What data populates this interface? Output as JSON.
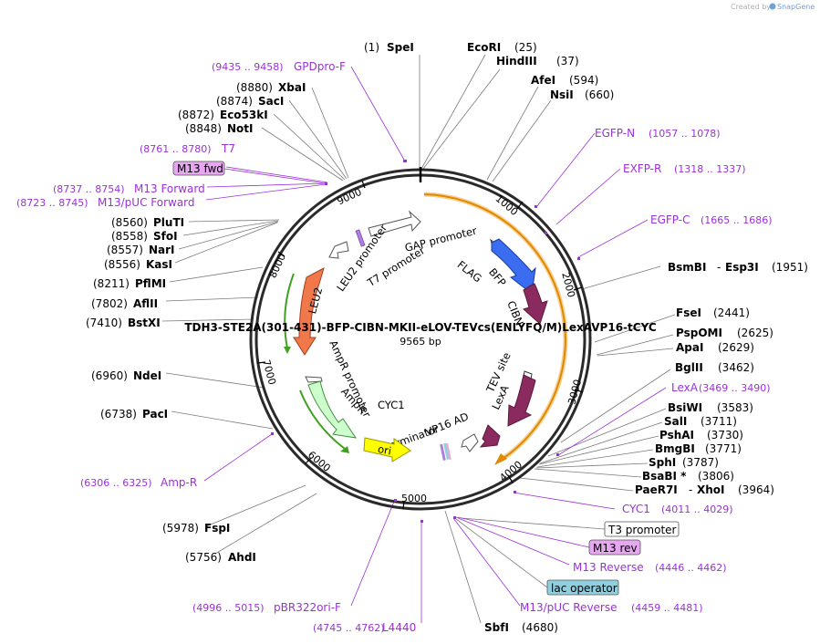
{
  "credit": {
    "prefix": "Created by",
    "brand": "SnapGene"
  },
  "title": "TDH3-STE2A(301-431)-BFP-CIBN-MKII-eLOV-TEVcs(ENLYFQ/M)LexAVP16-tCYC",
  "size": "9565 bp",
  "ticks": [
    "1000",
    "2000",
    "3000",
    "4000",
    "5000",
    "6000",
    "7000",
    "8000",
    "9000"
  ],
  "sites": [
    {
      "name": "SpeI",
      "pos": "(1)"
    },
    {
      "name": "EcoRI",
      "pos": "(25)"
    },
    {
      "name": "HindIII",
      "pos": "(37)"
    },
    {
      "name": "AfeI",
      "pos": "(594)"
    },
    {
      "name": "NsiI",
      "pos": "(660)"
    },
    {
      "name": "BsmBI",
      "name2": "Esp3I",
      "pos": "(1951)"
    },
    {
      "name": "FseI",
      "pos": "(2441)"
    },
    {
      "name": "PspOMI",
      "pos": "(2625)"
    },
    {
      "name": "ApaI",
      "pos": "(2629)"
    },
    {
      "name": "BglII",
      "pos": "(3462)"
    },
    {
      "name": "BsiWI",
      "pos": "(3583)"
    },
    {
      "name": "SalI",
      "pos": "(3711)"
    },
    {
      "name": "PshAI",
      "pos": "(3730)"
    },
    {
      "name": "BmgBI",
      "pos": "(3771)"
    },
    {
      "name": "SphI",
      "pos": "(3787)"
    },
    {
      "name": "BsaBI *",
      "pos": "(3806)"
    },
    {
      "name": "PaeR7I",
      "name2": "XhoI",
      "pos": "(3964)"
    },
    {
      "name": "SbfI",
      "pos": "(4680)"
    },
    {
      "name": "AhdI",
      "pos": "(5756)"
    },
    {
      "name": "FspI",
      "pos": "(5978)"
    },
    {
      "name": "PacI",
      "pos": "(6738)"
    },
    {
      "name": "NdeI",
      "pos": "(6960)"
    },
    {
      "name": "BstXI",
      "pos": "(7410)"
    },
    {
      "name": "AflII",
      "pos": "(7802)"
    },
    {
      "name": "PflMI",
      "pos": "(8211)"
    },
    {
      "name": "KasI",
      "pos": "(8556)"
    },
    {
      "name": "NarI",
      "pos": "(8557)"
    },
    {
      "name": "SfoI",
      "pos": "(8558)"
    },
    {
      "name": "PluTI",
      "pos": "(8560)"
    },
    {
      "name": "NotI",
      "pos": "(8848)"
    },
    {
      "name": "Eco53kI",
      "pos": "(8872)"
    },
    {
      "name": "SacI",
      "pos": "(8874)"
    },
    {
      "name": "XbaI",
      "pos": "(8880)"
    }
  ],
  "primers": [
    {
      "name": "GPDpro-F",
      "range": "(9435 .. 9458)"
    },
    {
      "name": "EGFP-N",
      "range": "(1057 .. 1078)"
    },
    {
      "name": "EXFP-R",
      "range": "(1318 .. 1337)"
    },
    {
      "name": "EGFP-C",
      "range": "(1665 .. 1686)"
    },
    {
      "name": "LexA",
      "range": "(3469 .. 3490)"
    },
    {
      "name": "CYC1",
      "range": "(4011 .. 4029)"
    },
    {
      "name": "M13 Reverse",
      "range": "(4446 .. 4462)"
    },
    {
      "name": "M13/pUC Reverse",
      "range": "(4459 .. 4481)"
    },
    {
      "name": "L4440",
      "range": "(4745 .. 4762)"
    },
    {
      "name": "pBR322ori-F",
      "range": "(4996 .. 5015)"
    },
    {
      "name": "Amp-R",
      "range": "(6306 .. 6325)"
    },
    {
      "name": "M13/pUC Forward",
      "range": "(8723 .. 8745)"
    },
    {
      "name": "M13 Forward",
      "range": "(8737 .. 8754)"
    },
    {
      "name": "T7",
      "range": "(8761 .. 8780)"
    }
  ],
  "boxes": {
    "m13fwd": "M13 fwd",
    "t3": "T3 promoter",
    "m13rev": "M13 rev",
    "lacop": "lac operator"
  },
  "features": {
    "gap": "GAP promoter",
    "t7": "T7 promoter",
    "leu2prom": "LEU2 promoter",
    "leu2": "LEU2",
    "flag": "FLAG",
    "bfp": "BFP",
    "cibn": "CIBN",
    "tev": "TEV site",
    "lexa": "LexA",
    "vp16": "VP16 AD",
    "cyc1term": "CYC1",
    "cyc1term2": "terminator",
    "ampprom": "AmpR promoter",
    "ampr": "AmpR",
    "ori": "ori"
  },
  "colors": {
    "bfp": "#3a6df0",
    "cibn": "#8b2a5e",
    "leu2": "#f0784a",
    "ori": "#ffff00",
    "ampr": "#ccffcc",
    "primer": "#9b30d9",
    "selection": "#f0a838",
    "marker": "#40a020",
    "m13box": "#e6a6f0",
    "lacbox": "#8fd0e0"
  }
}
